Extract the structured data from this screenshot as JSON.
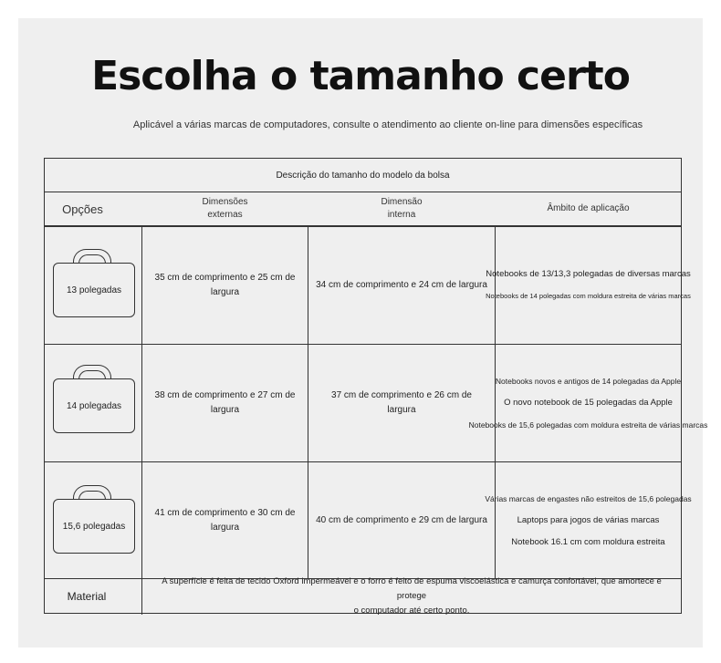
{
  "title": "Escolha o tamanho certo",
  "subtitle": "Aplicável a várias marcas de computadores, consulte o atendimento ao cliente on-line para dimensões específicas",
  "table": {
    "title": "Descrição do tamanho do modelo da bolsa",
    "headers": {
      "options": "Opções",
      "external": [
        "Dimensões",
        "externas"
      ],
      "internal": [
        "Dimensão",
        "interna"
      ],
      "scope": "Âmbito de aplicação"
    },
    "rows": [
      {
        "size": "13 polegadas",
        "external": [
          "35 cm de comprimento e 25 cm de",
          "largura"
        ],
        "internal": [
          "34 cm de comprimento e 24 cm de largura"
        ],
        "scope": [
          "Notebooks de 13/13,3 polegadas de diversas marcas",
          "Notebooks de 14 polegadas com moldura estreita de várias marcas"
        ]
      },
      {
        "size": "14 polegadas",
        "external": [
          "38 cm de comprimento e 27 cm de",
          "largura"
        ],
        "internal": [
          "37 cm de comprimento e 26 cm de",
          "largura"
        ],
        "scope": [
          "Notebooks novos e antigos de 14 polegadas da Apple",
          "O novo notebook de 15 polegadas da Apple",
          "Notebooks de 15,6 polegadas com moldura estreita de várias marcas"
        ]
      },
      {
        "size": "15,6 polegadas",
        "external": [
          "41 cm de comprimento e 30 cm de",
          "largura"
        ],
        "internal": [
          "40 cm de comprimento e 29 cm de largura"
        ],
        "scope": [
          "Várias marcas de engastes não estreitos de 15,6 polegadas",
          "Laptops para jogos de várias marcas",
          "Notebook 16.1 cm com moldura estreita"
        ]
      }
    ],
    "material": {
      "label": "Material",
      "text": [
        "A superfície é feita de tecido Oxford impermeável e o forro é feito de espuma viscoelástica e camurça confortável, que amortece e protege",
        "o computador até certo ponto."
      ]
    }
  }
}
